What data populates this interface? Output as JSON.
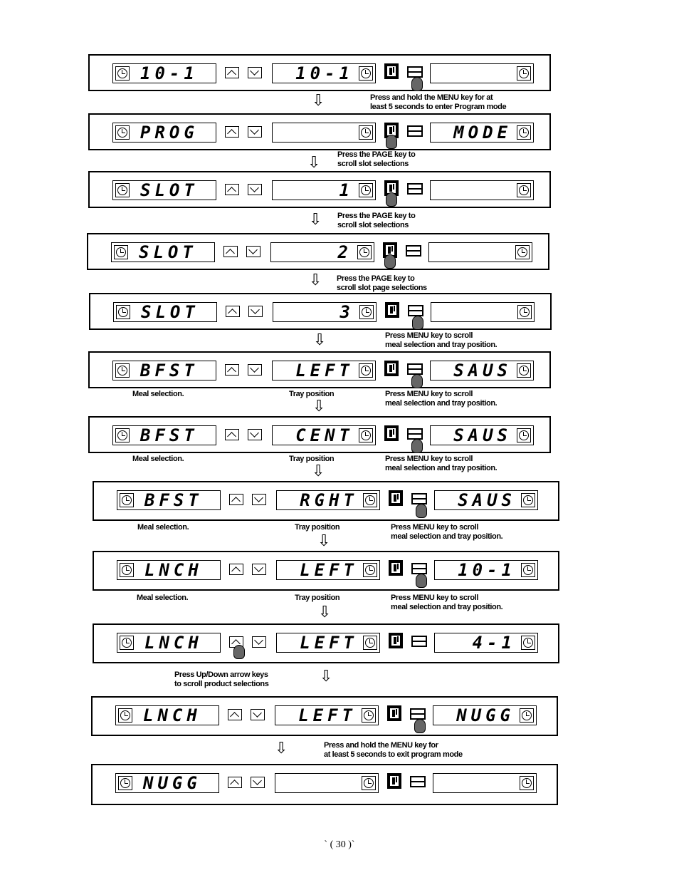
{
  "rows": [
    {
      "left_text": "10-1",
      "mid_text": "10-1",
      "right_text": "",
      "pressed": "menu"
    },
    {
      "left_text": "PROG",
      "mid_text": "",
      "right_text": "MODE",
      "pressed": "page"
    },
    {
      "left_text": "SLOT",
      "mid_text": "1",
      "right_text": "",
      "pressed": "page"
    },
    {
      "left_text": "SLOT",
      "mid_text": "2",
      "right_text": "",
      "pressed": "page"
    },
    {
      "left_text": "SLOT",
      "mid_text": "3",
      "right_text": "",
      "pressed": "menu"
    },
    {
      "left_text": "BFST",
      "mid_text": "LEFT",
      "right_text": "SAUS",
      "pressed": "menu"
    },
    {
      "left_text": "BFST",
      "mid_text": "CENT",
      "right_text": "SAUS",
      "pressed": "menu"
    },
    {
      "left_text": "BFST",
      "mid_text": "RGHT",
      "right_text": "SAUS",
      "pressed": "menu"
    },
    {
      "left_text": "LNCH",
      "mid_text": "LEFT",
      "right_text": "10-1",
      "pressed": "menu"
    },
    {
      "left_text": "LNCH",
      "mid_text": "LEFT",
      "right_text": "4-1",
      "pressed": "up"
    },
    {
      "left_text": "LNCH",
      "mid_text": "LEFT",
      "right_text": "NUGG",
      "pressed": "menu"
    },
    {
      "left_text": "NUGG",
      "mid_text": "",
      "right_text": "",
      "pressed": ""
    }
  ],
  "captions": [
    {
      "line1": "Press and hold the MENU key for at",
      "line2": "least  5 seconds to enter Program mode"
    },
    {
      "line1": "Press the PAGE key to",
      "line2": "scroll slot selections"
    },
    {
      "line1": "Press the PAGE key to",
      "line2": "scroll slot selections"
    },
    {
      "line1": "Press the PAGE key to",
      "line2": "scroll slot page selections"
    },
    {
      "line1": "Press MENU key to scroll",
      "line2": "meal selection and tray position."
    },
    {
      "line1": "Press MENU key to scroll",
      "line2": "meal selection and tray position."
    },
    {
      "line1": "Press MENU key to scroll",
      "line2": "meal selection and tray position."
    },
    {
      "line1": "Press MENU key to scroll",
      "line2": "meal selection and tray position."
    },
    {
      "line1": "Press MENU key to scroll",
      "line2": "meal selection and tray position."
    },
    {
      "line1": "Press Up/Down arrow keys",
      "line2": "to scroll product selections"
    },
    {
      "line1": "Press and hold the MENU key for",
      "line2": "at least 5 seconds to exit program mode"
    }
  ],
  "labels": {
    "meal": "Meal selection.",
    "tray": "Tray position"
  },
  "page_number": "` ( 30 )`"
}
